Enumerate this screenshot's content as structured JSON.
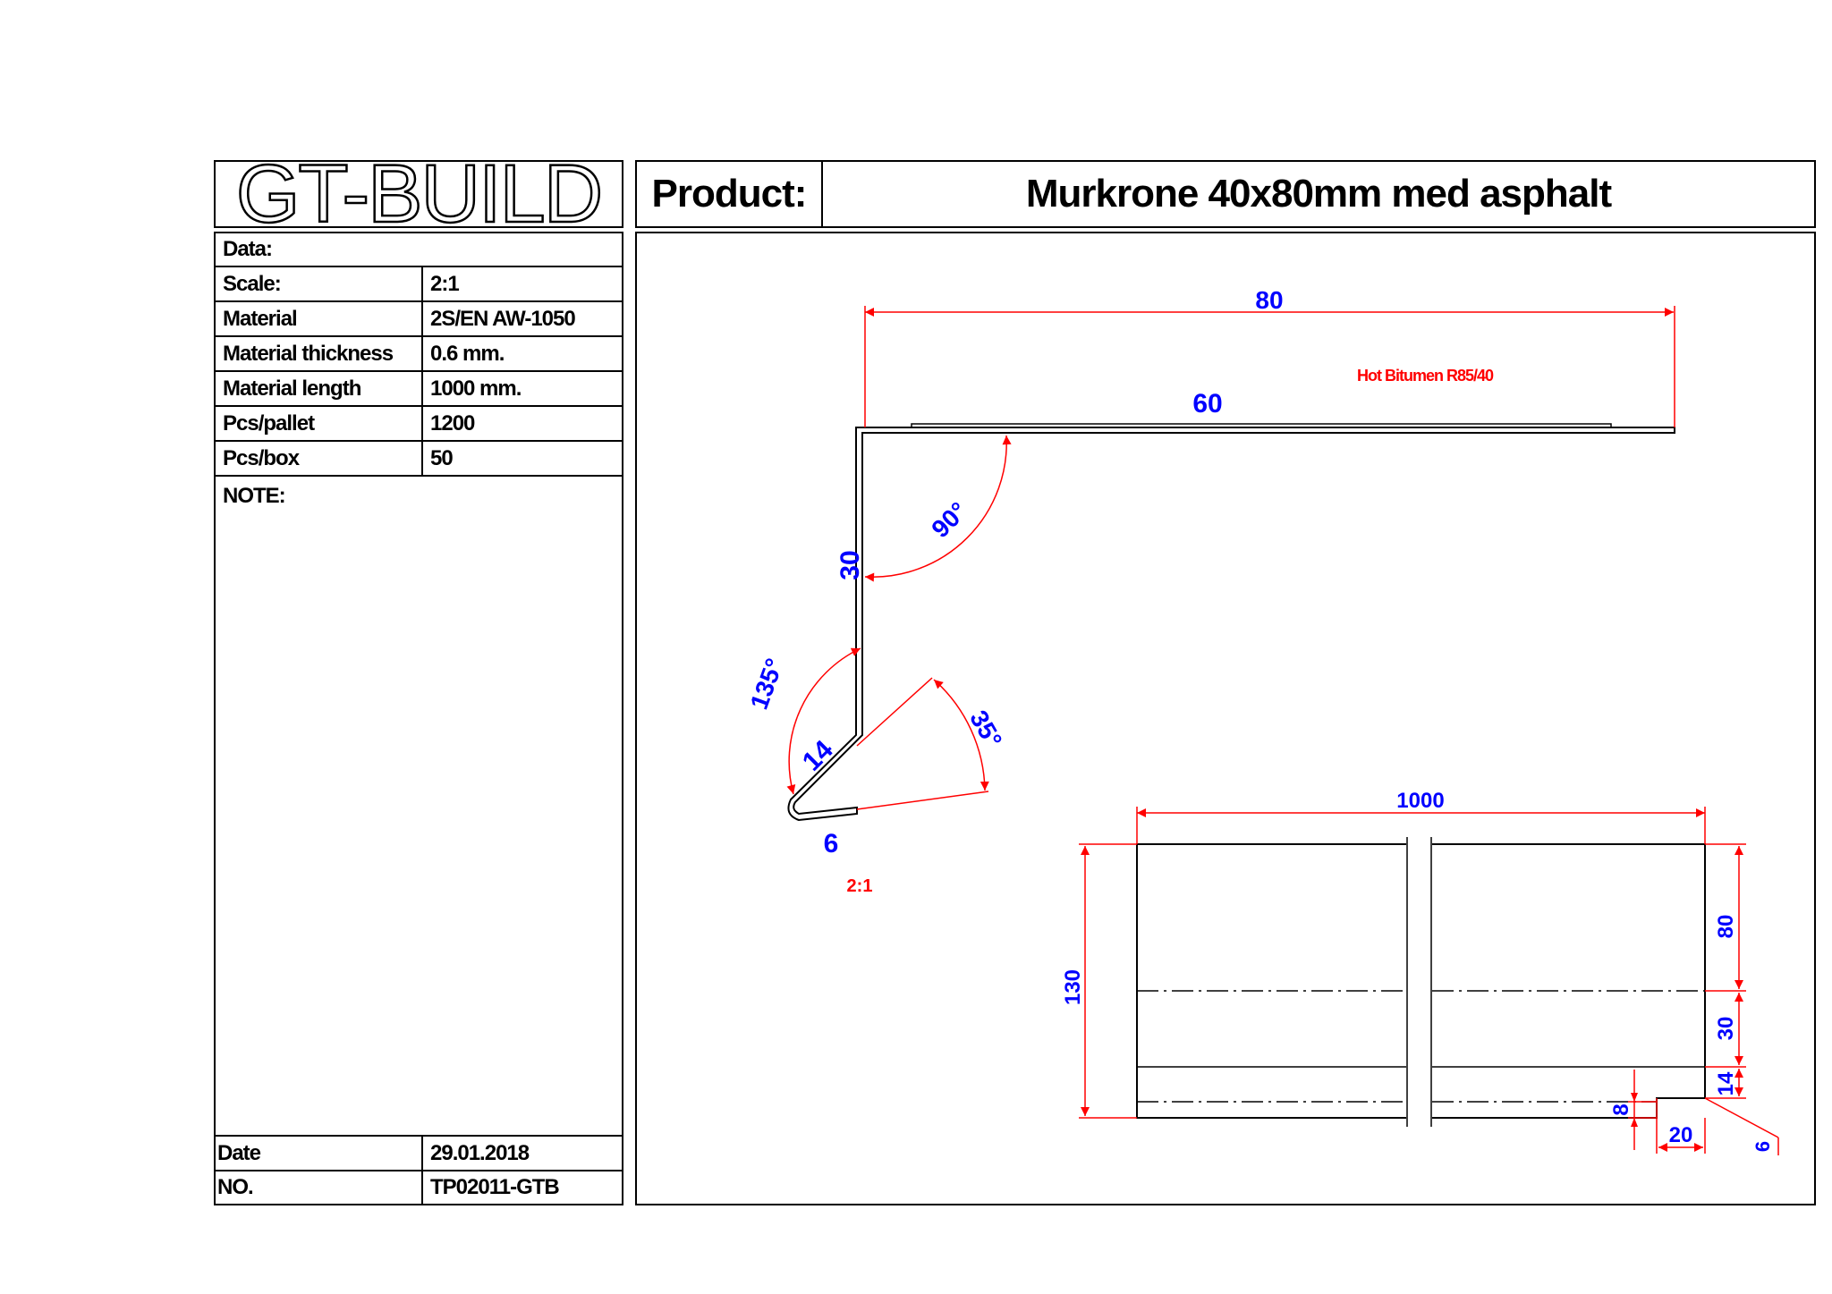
{
  "logo": {
    "text": "GT-BUILD"
  },
  "header": {
    "product_label": "Product:",
    "product_title": "Murkrone 40x80mm med asphalt"
  },
  "info": {
    "rows": [
      {
        "label": "Data:",
        "value": ""
      },
      {
        "label": "Scale:",
        "value": "2:1"
      },
      {
        "label": "Material",
        "value": "2S/EN AW-1050"
      },
      {
        "label": "Material thickness",
        "value": "0.6 mm."
      },
      {
        "label": "Material length",
        "value": "1000 mm."
      },
      {
        "label": "Pcs/pallet",
        "value": "1200"
      },
      {
        "label": "Pcs/box",
        "value": "50"
      }
    ],
    "note_label": "NOTE:",
    "date_label": "Date",
    "date_value": "29.01.2018",
    "no_label": "NO.",
    "no_value": "TP02011-GTB"
  },
  "drawing": {
    "profile": {
      "dim_top": "80",
      "dim_bitumen": "60",
      "bitumen_label": "Hot Bitumen R85/40",
      "dim_vertical": "30",
      "angle_top": "90°",
      "angle_mid": "135°",
      "angle_hem": "35°",
      "dim_slant": "14",
      "dim_hem": "6",
      "scale_label": "2:1"
    },
    "flat": {
      "dim_length": "1000",
      "dim_total": "130",
      "dim_80": "80",
      "dim_30": "30",
      "dim_14": "14",
      "dim_8": "8",
      "dim_20": "20",
      "dim_6": "6"
    },
    "colors": {
      "dimension": "#ff0000",
      "dimension_text": "#0000ff",
      "line": "#000000"
    }
  }
}
